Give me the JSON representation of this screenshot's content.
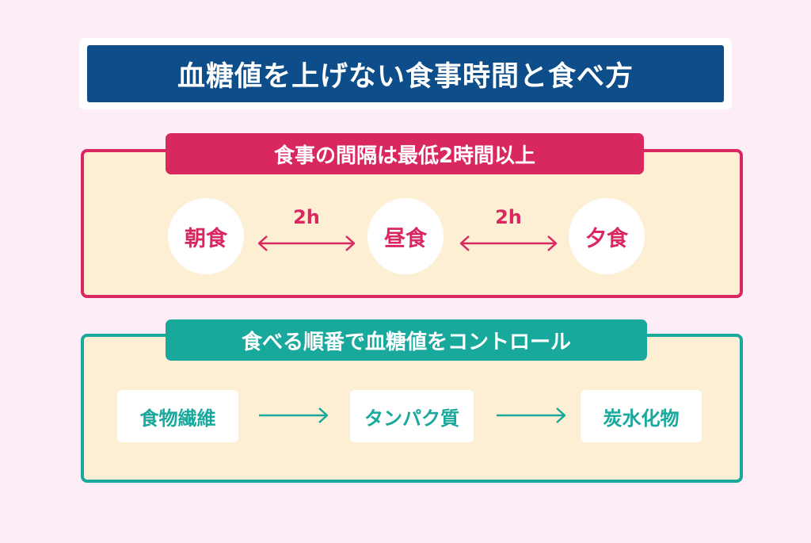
{
  "title": "血糖値を上げない食事時間と食べ方",
  "meal_interval": {
    "label": "食事の間隔は最低2時間以上",
    "meals": [
      "朝食",
      "昼食",
      "夕食"
    ],
    "intervals": [
      "2h",
      "2h"
    ]
  },
  "eating_order": {
    "label": "食べる順番で血糖値をコントロール",
    "steps": [
      "食物繊維",
      "タンパク質",
      "炭水化物"
    ]
  },
  "colors": {
    "background": "#fcedf6",
    "title_bg": "#0d4d8a",
    "meal_accent": "#d9275f",
    "order_accent": "#19a89c",
    "panel_fill": "#fdefd3"
  }
}
